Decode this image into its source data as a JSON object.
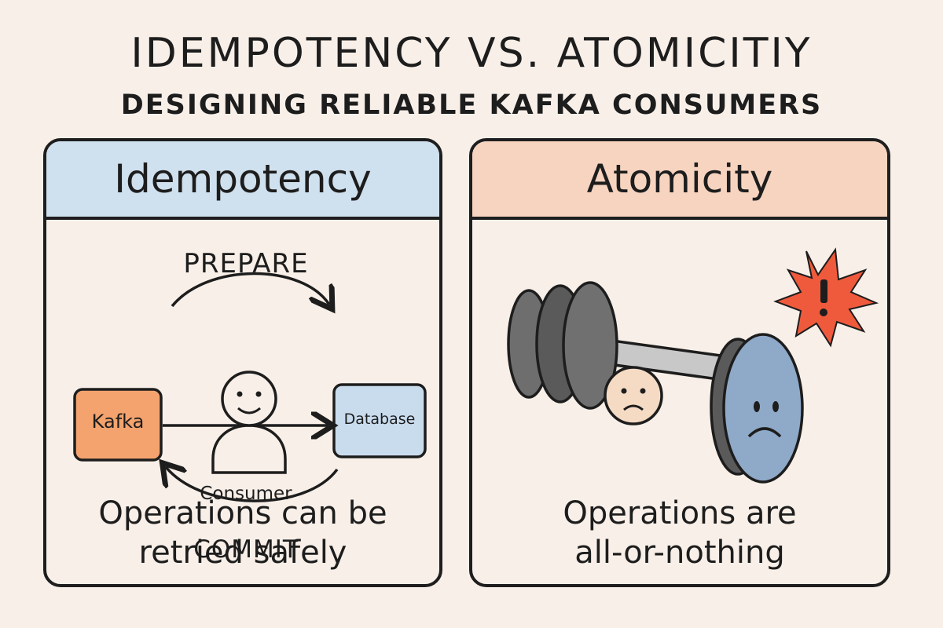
{
  "header": {
    "title": "IDEMPOTENCY VS. ATOMICITIY",
    "subtitle": "DESIGNING RELIABLE KAFKA CONSUMERS"
  },
  "idempotency": {
    "heading": "Idempotency",
    "prepare_label": "PREPARE",
    "commit_label": "COMMIT",
    "kafka_label": "Kafka",
    "database_label": "Database",
    "consumer_label": "Consumer",
    "caption_line1": "Operations can be",
    "caption_line2": "retried safely",
    "colors": {
      "header": "#cfe0ee",
      "kafka": "#f4a36e",
      "database": "#c9dcee"
    }
  },
  "atomicity": {
    "heading": "Atomicity",
    "caption_line1": "Operations are",
    "caption_line2": "all-or-nothing",
    "icons": [
      "barbell-icon",
      "sad-face-icon",
      "alert-burst-icon"
    ],
    "colors": {
      "header": "#f7d4c0",
      "burst": "#ef5a3c",
      "plate": "#8fa9c8"
    }
  }
}
